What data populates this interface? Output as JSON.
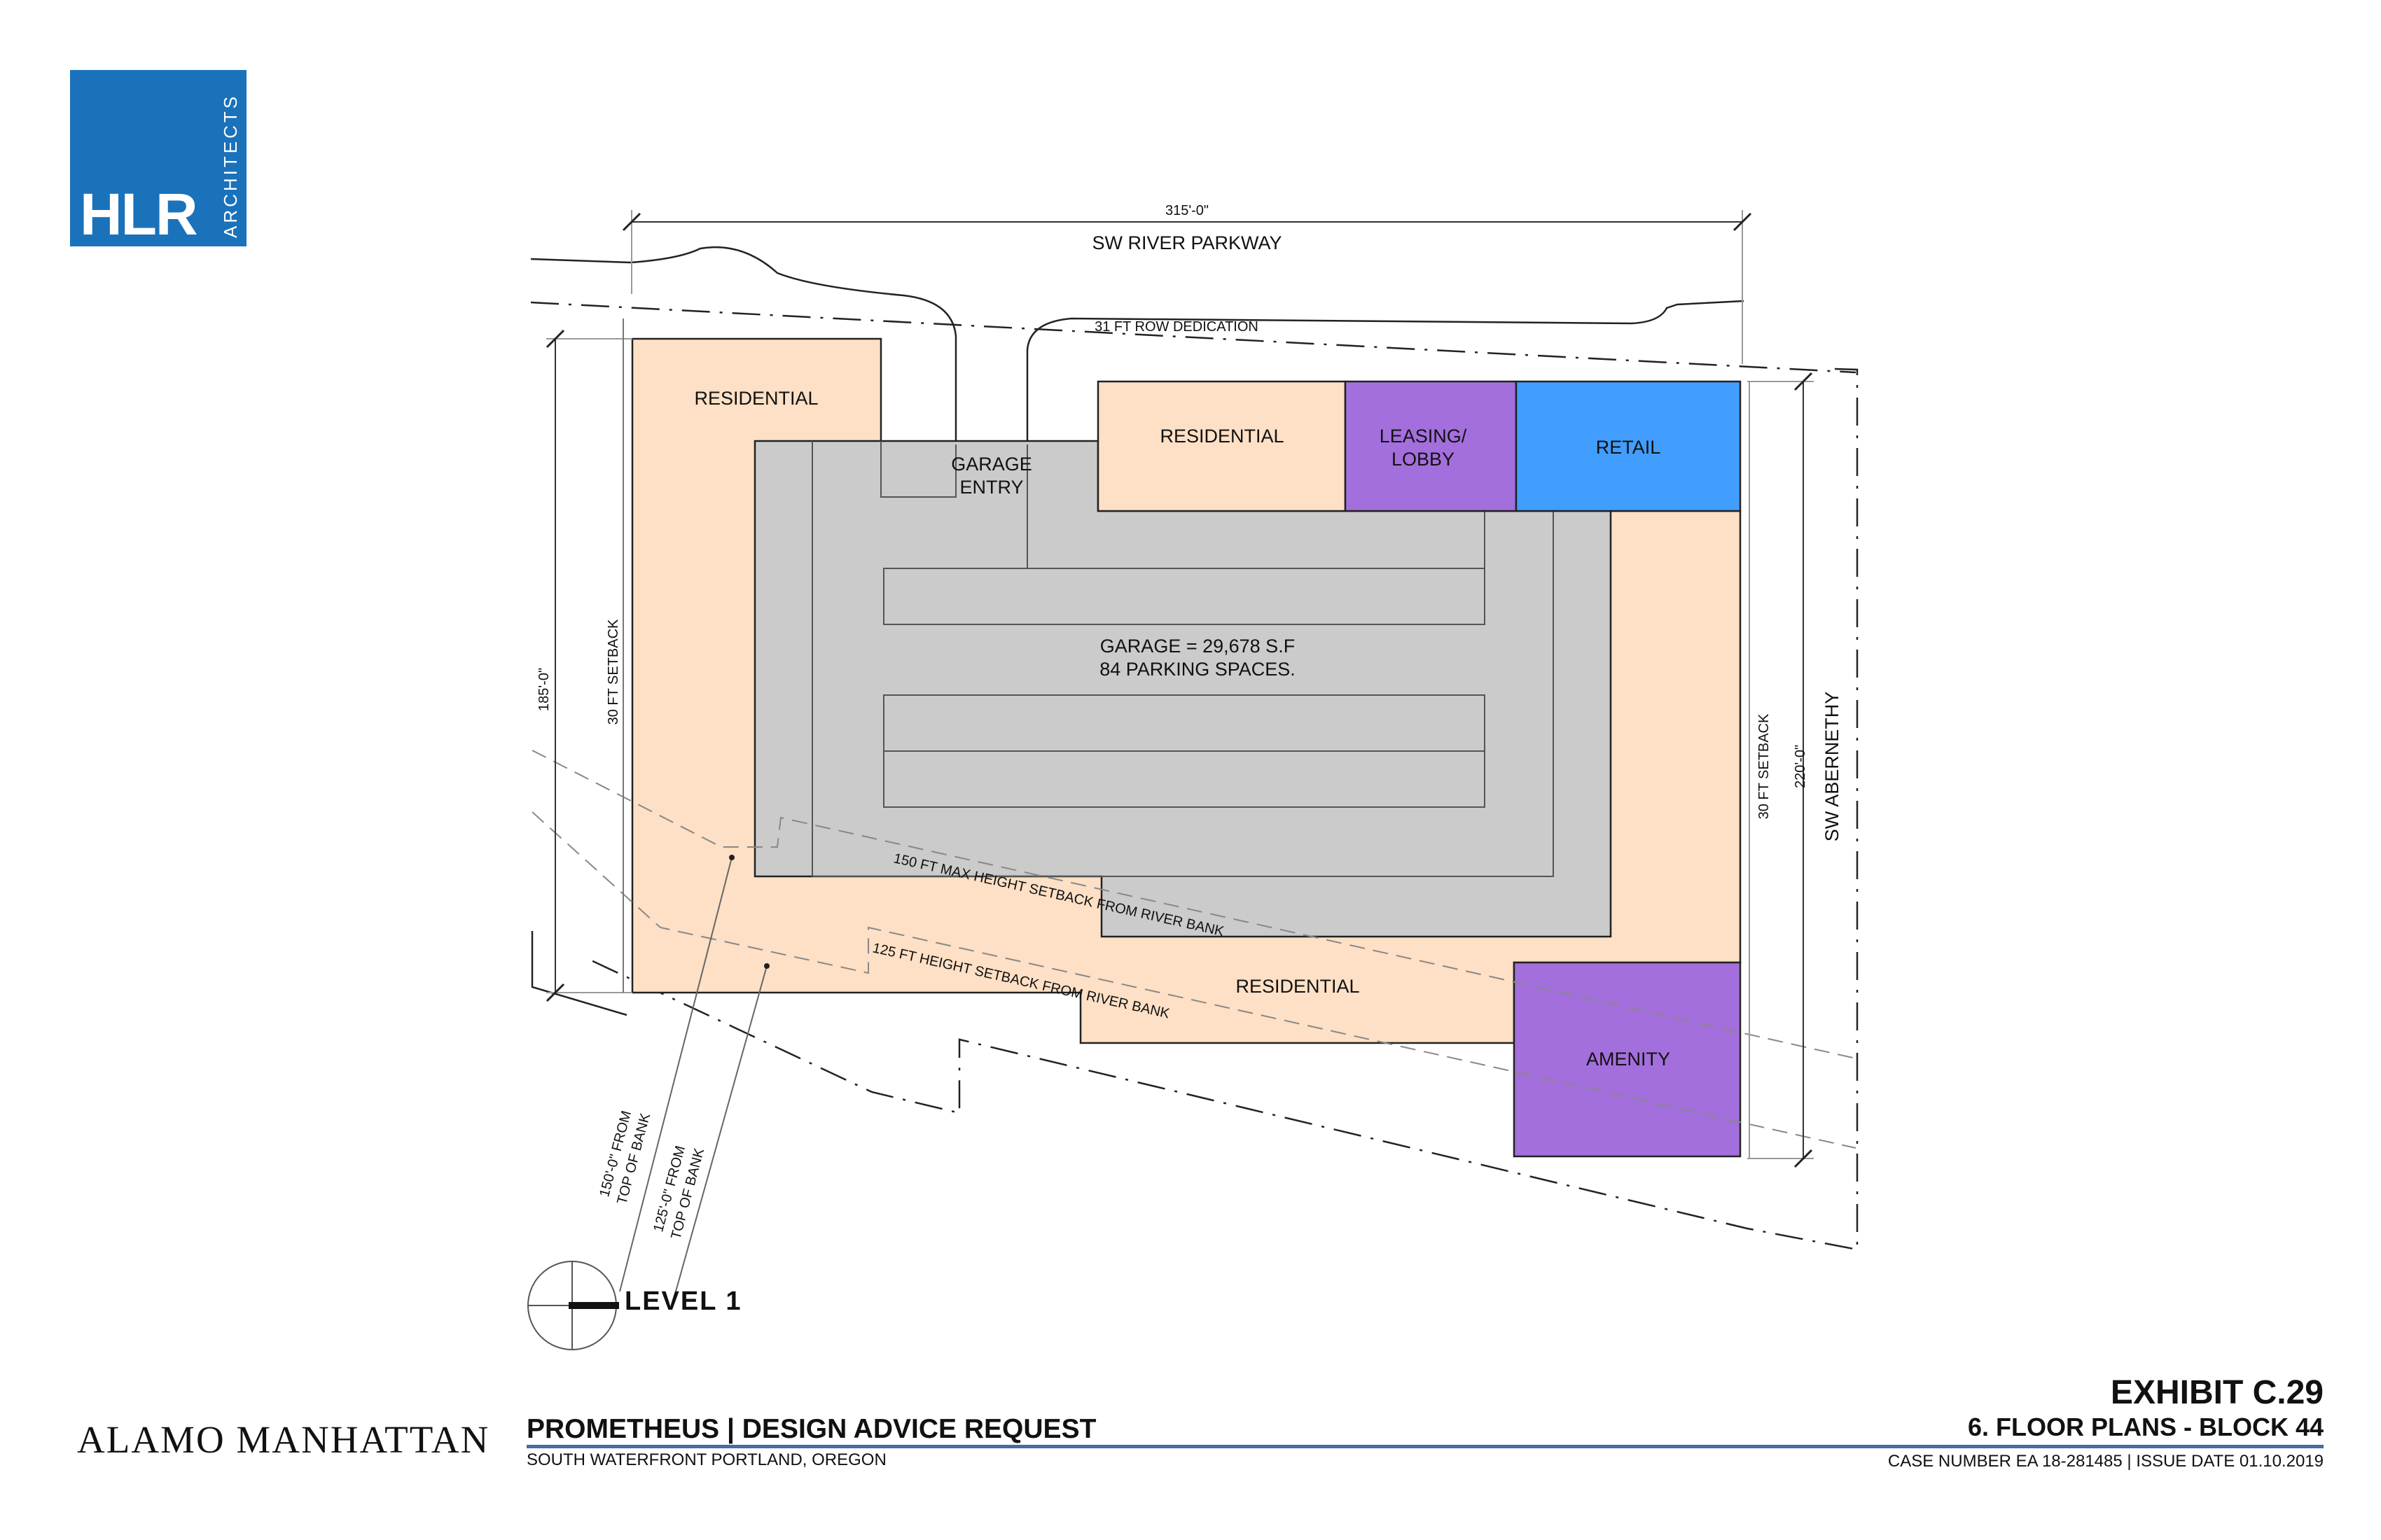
{
  "firm": {
    "mark": "HLR",
    "sub": "ARCHITECTS",
    "color": "#1a72bb"
  },
  "streets": {
    "north": "SW RIVER PARKWAY",
    "east": "SW ABERNETHY"
  },
  "dims": {
    "top_width": "315'-0\"",
    "left_depth": "185'-0\"",
    "right_depth": "220'-0\"",
    "row_dedication": "31 FT ROW DEDICATION",
    "setback_left": "30 FT SETBACK",
    "setback_right": "30 FT SETBACK",
    "height_setback_150": "150 FT MAX HEIGHT SETBACK FROM RIVER BANK",
    "height_setback_125": "125 FT HEIGHT SETBACK FROM RIVER BANK",
    "from_bank_150_l1": "150'-0\" FROM",
    "from_bank_150_l2": "TOP OF BANK",
    "from_bank_125_l1": "125'-0\" FROM",
    "from_bank_125_l2": "TOP OF BANK"
  },
  "program": {
    "residential_nw": "RESIDENTIAL",
    "residential_n": "RESIDENTIAL",
    "residential_s": "RESIDENTIAL",
    "leasing_l1": "LEASING/",
    "leasing_l2": "LOBBY",
    "retail": "RETAIL",
    "amenity": "AMENITY",
    "garage_entry_l1": "GARAGE",
    "garage_entry_l2": "ENTRY",
    "garage_area": "GARAGE = 29,678 S.F",
    "garage_spaces": "84 PARKING SPACES."
  },
  "colors": {
    "residential": "#fde0c5",
    "garage": "#cbcbcb",
    "leasing": "#a36fdc",
    "retail": "#419efe",
    "amenity": "#a36fdc"
  },
  "level_label": "LEVEL  1",
  "title_block": {
    "client": "ALAMO MANHATTAN",
    "project": "PROMETHEUS | DESIGN ADVICE REQUEST",
    "location": "SOUTH WATERFRONT PORTLAND, OREGON",
    "exhibit": "EXHIBIT C.29",
    "sheet": "6. FLOOR PLANS -  BLOCK 44",
    "case": "CASE NUMBER EA 18-281485  |  ISSUE DATE 01.10.2019"
  }
}
